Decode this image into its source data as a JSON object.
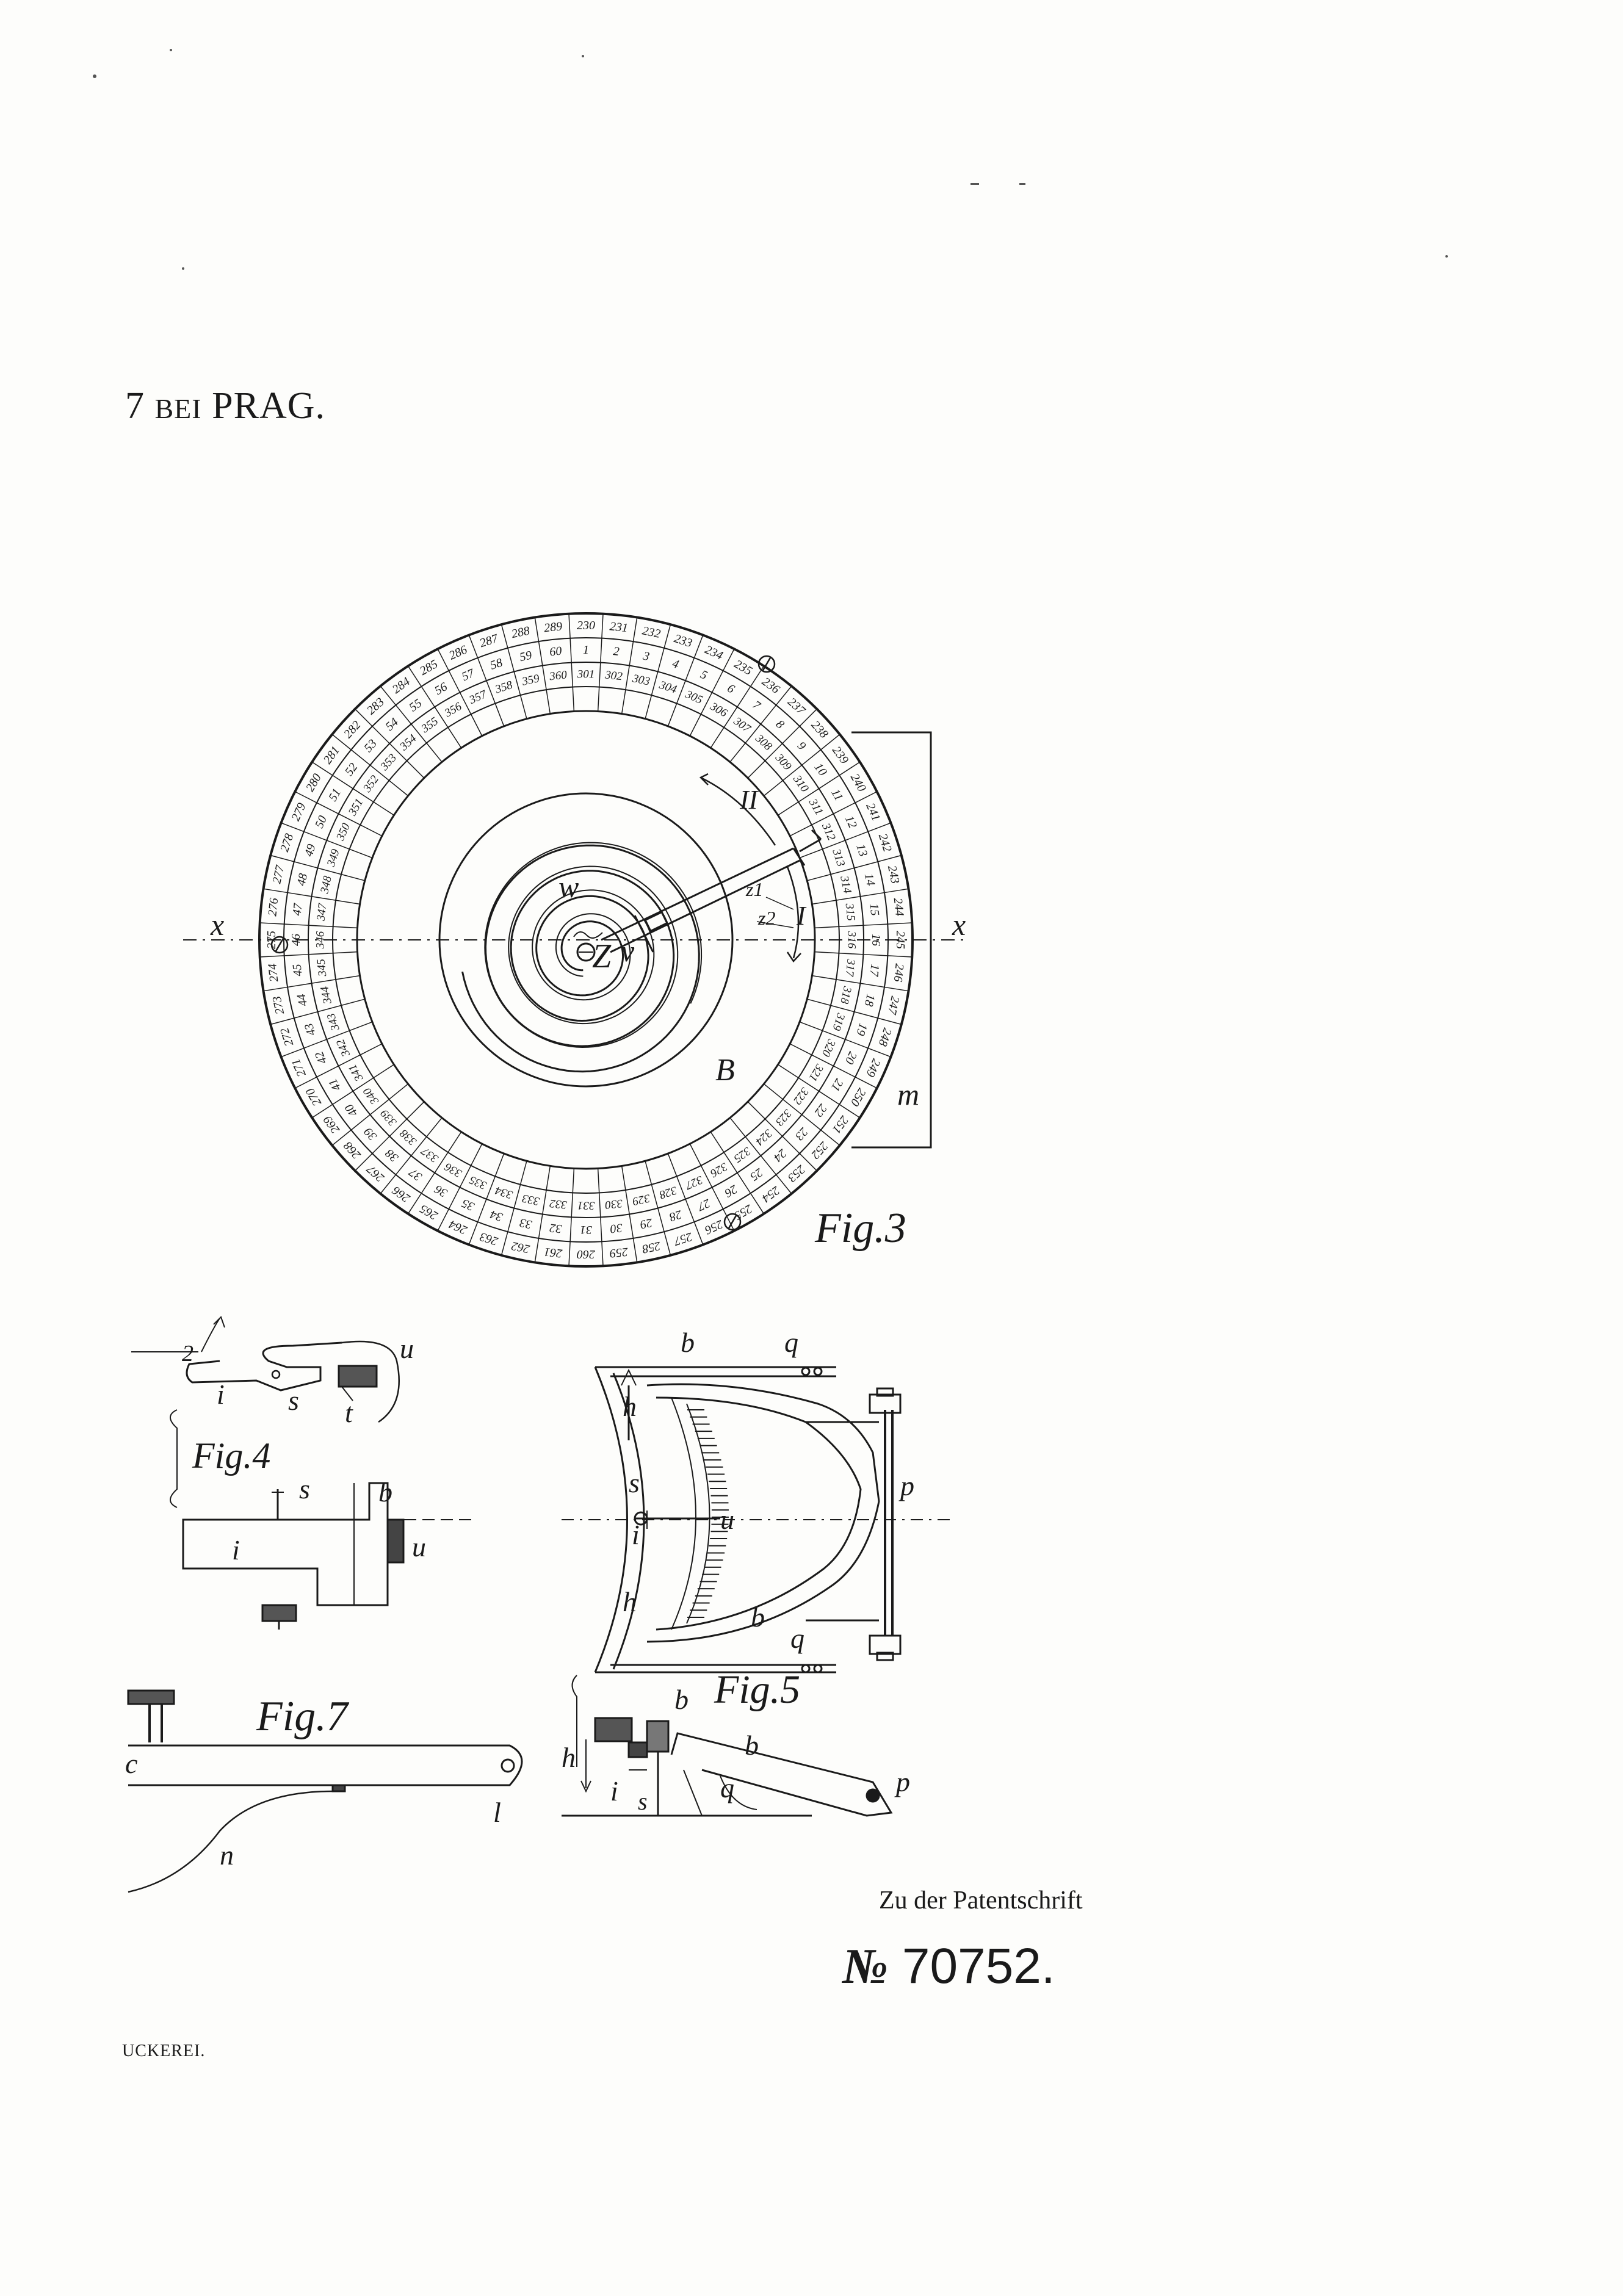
{
  "header": {
    "prefix": "7",
    "bei": "BEI",
    "place": "PRAG."
  },
  "reference": {
    "caption": "Zu der Patentschrift",
    "no_sign": "№",
    "number": "70752."
  },
  "printer": "UCKEREI.",
  "figures": {
    "fig3": {
      "caption": "Fig.3",
      "labels": [
        "x",
        "x",
        "w",
        "Z",
        "v",
        "B",
        "m",
        "I",
        "II",
        "z1",
        "z2"
      ]
    },
    "fig4": {
      "caption": "Fig.4",
      "labels": [
        "2",
        "u",
        "i",
        "s",
        "t",
        "s",
        "b",
        "u",
        "i"
      ]
    },
    "fig5": {
      "caption": "Fig.5",
      "labels": [
        "b",
        "q",
        "h",
        "s",
        "u",
        "i",
        "p",
        "h",
        "b",
        "q",
        "b",
        "h",
        "i",
        "s",
        "q",
        "b",
        "p"
      ]
    },
    "fig7": {
      "caption": "Fig.7",
      "labels": [
        "c",
        "l",
        "n"
      ]
    }
  },
  "dial": {
    "outer": [
      "230",
      "231",
      "232",
      "233",
      "234",
      "235",
      "236",
      "237",
      "238",
      "239",
      "240",
      "241",
      "242",
      "243",
      "244",
      "245",
      "246",
      "247",
      "248",
      "249",
      "250",
      "251",
      "252",
      "253",
      "254",
      "255",
      "256",
      "257",
      "258",
      "259",
      "260",
      "261",
      "262",
      "263",
      "264",
      "265",
      "266",
      "267",
      "268",
      "269",
      "270",
      "271",
      "272",
      "273",
      "274",
      "275",
      "276",
      "277",
      "278",
      "279",
      "280",
      "281",
      "282",
      "283",
      "284",
      "285",
      "286",
      "287",
      "288",
      "289"
    ],
    "middle": [
      "1",
      "2",
      "3",
      "4",
      "5",
      "6",
      "7",
      "8",
      "9",
      "10",
      "11",
      "12",
      "13",
      "14",
      "15",
      "16",
      "17",
      "18",
      "19",
      "20",
      "21",
      "22",
      "23",
      "24",
      "25",
      "26",
      "27",
      "28",
      "29",
      "30",
      "31",
      "32",
      "33",
      "34",
      "35",
      "36",
      "37",
      "38",
      "39",
      "40",
      "41",
      "42",
      "43",
      "44",
      "45",
      "46",
      "47",
      "48",
      "49",
      "50",
      "51",
      "52",
      "53",
      "54",
      "55",
      "56",
      "57",
      "58",
      "59",
      "60"
    ],
    "inner": [
      "301",
      "302",
      "303",
      "304",
      "305",
      "306",
      "307",
      "308",
      "309",
      "310",
      "311",
      "312",
      "313",
      "314",
      "315",
      "316",
      "317",
      "318",
      "319",
      "320",
      "321",
      "322",
      "323",
      "324",
      "325",
      "326",
      "327",
      "328",
      "329",
      "330",
      "331",
      "332",
      "333",
      "334",
      "335",
      "336",
      "337",
      "338",
      "339",
      "340",
      "341",
      "342",
      "343",
      "344",
      "345",
      "346",
      "347",
      "348",
      "349",
      "350",
      "351",
      "352",
      "353",
      "354",
      "355",
      "356",
      "357",
      "358",
      "359",
      "360"
    ]
  }
}
